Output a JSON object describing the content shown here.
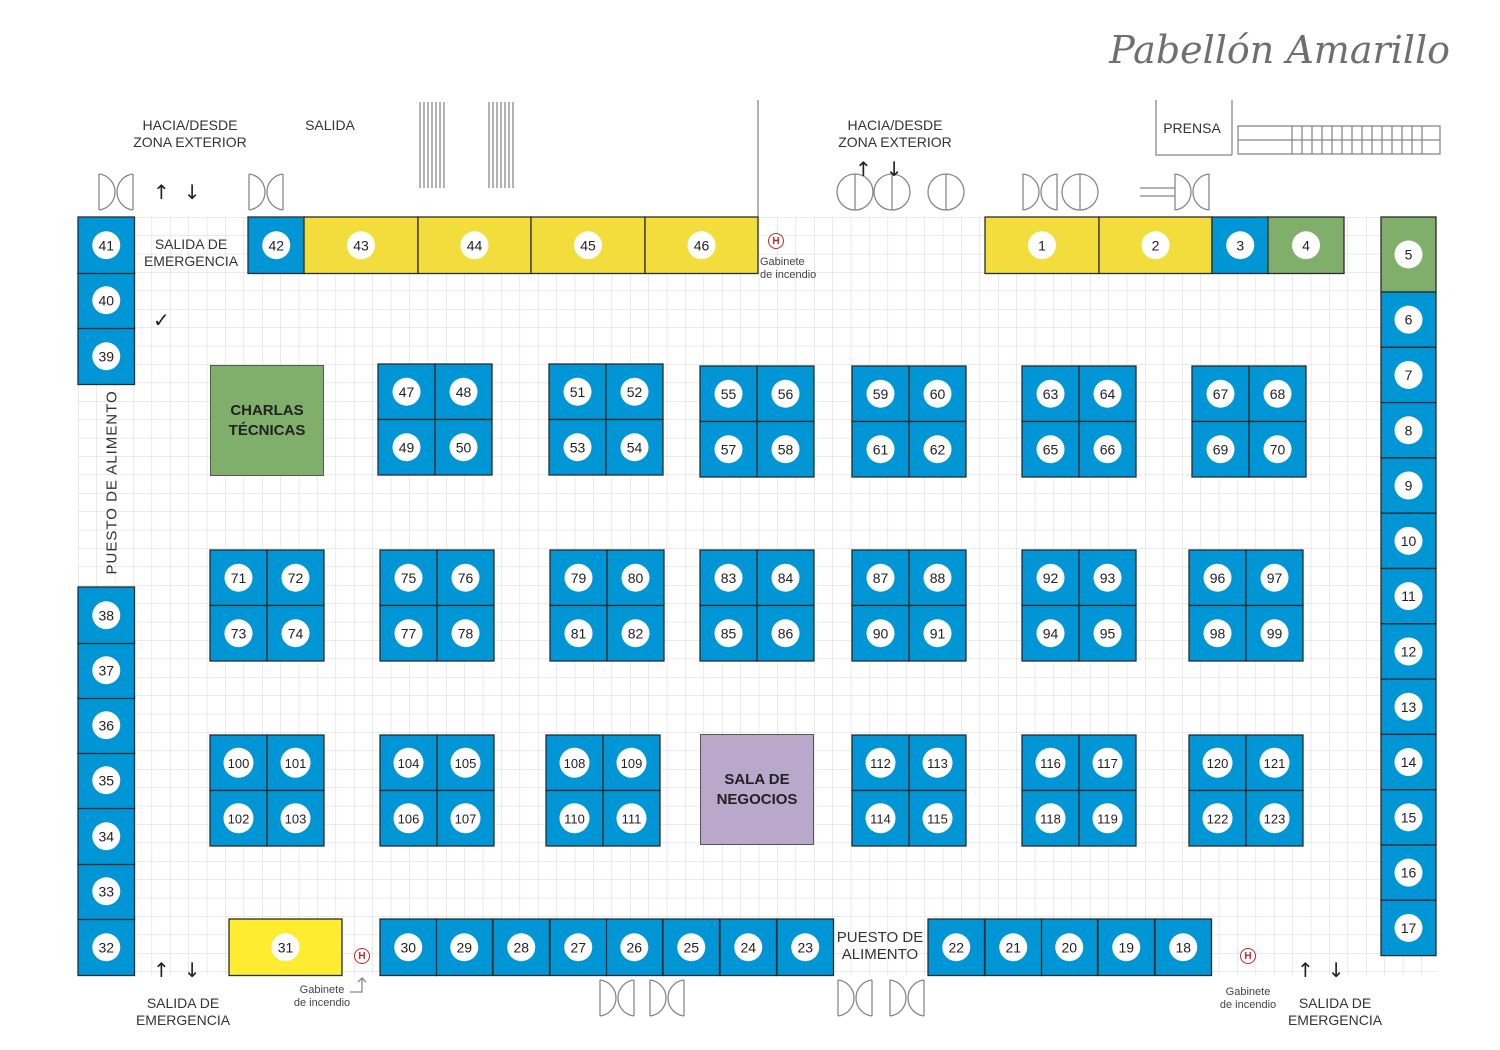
{
  "title": "Pabellón Amarillo",
  "colors": {
    "blue": "#0096d6",
    "yellow": "#f2dd3c",
    "bright_yellow": "#fdec30",
    "green": "#7faf6a",
    "purple": "#b9a8c9",
    "grid": "#d8d8d8",
    "hydrant": "#c4282d"
  },
  "labels": {
    "top_left_access": "HACIA/DESDE\nZONA EXTERIOR",
    "salida": "SALIDA",
    "top_mid_access": "HACIA/DESDE\nZONA EXTERIOR",
    "prensa": "PRENSA",
    "emergency_top_left": "SALIDA DE\nEMERGENCIA",
    "emergency_bottom_left": "SALIDA DE\nEMERGENCIA",
    "emergency_bottom_right": "SALIDA DE\nEMERGENCIA",
    "food_left": "PUESTO DE ALIMENTO",
    "food_bottom": "PUESTO DE\nALIMENTO",
    "cabinet_top": "Gabinete\nde incendio",
    "cabinet_bottom_left": "Gabinete\nde incendio",
    "cabinet_bottom_right": "Gabinete\nde incendio",
    "hydrant_symbol": "H",
    "check_symbol": "✓"
  },
  "zones": {
    "charlas": "CHARLAS\nTÉCNICAS",
    "sala": "SALA DE\nNEGOCIOS"
  },
  "icons": [
    "door-icon",
    "stairs-icon",
    "hydrant-icon",
    "check-icon",
    "arrow-up-icon",
    "arrow-down-icon"
  ],
  "stands": [
    {
      "n": "1",
      "c": "yellow"
    },
    {
      "n": "2",
      "c": "yellow"
    },
    {
      "n": "3",
      "c": "blue"
    },
    {
      "n": "4",
      "c": "green"
    },
    {
      "n": "5",
      "c": "green"
    },
    {
      "n": "6",
      "c": "blue"
    },
    {
      "n": "7",
      "c": "blue"
    },
    {
      "n": "8",
      "c": "blue"
    },
    {
      "n": "9",
      "c": "blue"
    },
    {
      "n": "10",
      "c": "blue"
    },
    {
      "n": "11",
      "c": "blue"
    },
    {
      "n": "12",
      "c": "blue"
    },
    {
      "n": "13",
      "c": "blue"
    },
    {
      "n": "14",
      "c": "blue"
    },
    {
      "n": "15",
      "c": "blue"
    },
    {
      "n": "16",
      "c": "blue"
    },
    {
      "n": "17",
      "c": "blue"
    },
    {
      "n": "18",
      "c": "blue"
    },
    {
      "n": "19",
      "c": "blue"
    },
    {
      "n": "20",
      "c": "blue"
    },
    {
      "n": "21",
      "c": "blue"
    },
    {
      "n": "22",
      "c": "blue"
    },
    {
      "n": "23",
      "c": "blue"
    },
    {
      "n": "24",
      "c": "blue"
    },
    {
      "n": "25",
      "c": "blue"
    },
    {
      "n": "26",
      "c": "blue"
    },
    {
      "n": "27",
      "c": "blue"
    },
    {
      "n": "28",
      "c": "blue"
    },
    {
      "n": "29",
      "c": "blue"
    },
    {
      "n": "30",
      "c": "blue"
    },
    {
      "n": "31",
      "c": "bright_yellow"
    },
    {
      "n": "32",
      "c": "blue"
    },
    {
      "n": "33",
      "c": "blue"
    },
    {
      "n": "34",
      "c": "blue"
    },
    {
      "n": "35",
      "c": "blue"
    },
    {
      "n": "36",
      "c": "blue"
    },
    {
      "n": "37",
      "c": "blue"
    },
    {
      "n": "38",
      "c": "blue"
    },
    {
      "n": "39",
      "c": "blue"
    },
    {
      "n": "40",
      "c": "blue"
    },
    {
      "n": "41",
      "c": "blue"
    },
    {
      "n": "42",
      "c": "blue"
    },
    {
      "n": "43",
      "c": "yellow"
    },
    {
      "n": "44",
      "c": "yellow"
    },
    {
      "n": "45",
      "c": "yellow"
    },
    {
      "n": "46",
      "c": "yellow"
    },
    {
      "n": "47",
      "c": "blue"
    },
    {
      "n": "48",
      "c": "blue"
    },
    {
      "n": "49",
      "c": "blue"
    },
    {
      "n": "50",
      "c": "blue"
    },
    {
      "n": "51",
      "c": "blue"
    },
    {
      "n": "52",
      "c": "blue"
    },
    {
      "n": "53",
      "c": "blue"
    },
    {
      "n": "54",
      "c": "blue"
    },
    {
      "n": "55",
      "c": "blue"
    },
    {
      "n": "56",
      "c": "blue"
    },
    {
      "n": "57",
      "c": "blue"
    },
    {
      "n": "58",
      "c": "blue"
    },
    {
      "n": "59",
      "c": "blue"
    },
    {
      "n": "60",
      "c": "blue"
    },
    {
      "n": "61",
      "c": "blue"
    },
    {
      "n": "62",
      "c": "blue"
    },
    {
      "n": "63",
      "c": "blue"
    },
    {
      "n": "64",
      "c": "blue"
    },
    {
      "n": "65",
      "c": "blue"
    },
    {
      "n": "66",
      "c": "blue"
    },
    {
      "n": "67",
      "c": "blue"
    },
    {
      "n": "68",
      "c": "blue"
    },
    {
      "n": "69",
      "c": "blue"
    },
    {
      "n": "70",
      "c": "blue"
    },
    {
      "n": "71",
      "c": "blue"
    },
    {
      "n": "72",
      "c": "blue"
    },
    {
      "n": "73",
      "c": "blue"
    },
    {
      "n": "74",
      "c": "blue"
    },
    {
      "n": "75",
      "c": "blue"
    },
    {
      "n": "76",
      "c": "blue"
    },
    {
      "n": "77",
      "c": "blue"
    },
    {
      "n": "78",
      "c": "blue"
    },
    {
      "n": "79",
      "c": "blue"
    },
    {
      "n": "80",
      "c": "blue"
    },
    {
      "n": "81",
      "c": "blue"
    },
    {
      "n": "82",
      "c": "blue"
    },
    {
      "n": "83",
      "c": "blue"
    },
    {
      "n": "84",
      "c": "blue"
    },
    {
      "n": "85",
      "c": "blue"
    },
    {
      "n": "86",
      "c": "blue"
    },
    {
      "n": "87",
      "c": "blue"
    },
    {
      "n": "88",
      "c": "blue"
    },
    {
      "n": "90",
      "c": "blue"
    },
    {
      "n": "91",
      "c": "blue"
    },
    {
      "n": "92",
      "c": "blue"
    },
    {
      "n": "93",
      "c": "blue"
    },
    {
      "n": "94",
      "c": "blue"
    },
    {
      "n": "95",
      "c": "blue"
    },
    {
      "n": "96",
      "c": "blue"
    },
    {
      "n": "97",
      "c": "blue"
    },
    {
      "n": "98",
      "c": "blue"
    },
    {
      "n": "99",
      "c": "blue"
    },
    {
      "n": "100",
      "c": "blue"
    },
    {
      "n": "101",
      "c": "blue"
    },
    {
      "n": "102",
      "c": "blue"
    },
    {
      "n": "103",
      "c": "blue"
    },
    {
      "n": "104",
      "c": "blue"
    },
    {
      "n": "105",
      "c": "blue"
    },
    {
      "n": "106",
      "c": "blue"
    },
    {
      "n": "107",
      "c": "blue"
    },
    {
      "n": "108",
      "c": "blue"
    },
    {
      "n": "109",
      "c": "blue"
    },
    {
      "n": "110",
      "c": "blue"
    },
    {
      "n": "111",
      "c": "blue"
    },
    {
      "n": "112",
      "c": "blue"
    },
    {
      "n": "113",
      "c": "blue"
    },
    {
      "n": "114",
      "c": "blue"
    },
    {
      "n": "115",
      "c": "blue"
    },
    {
      "n": "116",
      "c": "blue"
    },
    {
      "n": "117",
      "c": "blue"
    },
    {
      "n": "118",
      "c": "blue"
    },
    {
      "n": "119",
      "c": "blue"
    },
    {
      "n": "120",
      "c": "blue"
    },
    {
      "n": "121",
      "c": "blue"
    },
    {
      "n": "122",
      "c": "blue"
    },
    {
      "n": "123",
      "c": "blue"
    }
  ]
}
